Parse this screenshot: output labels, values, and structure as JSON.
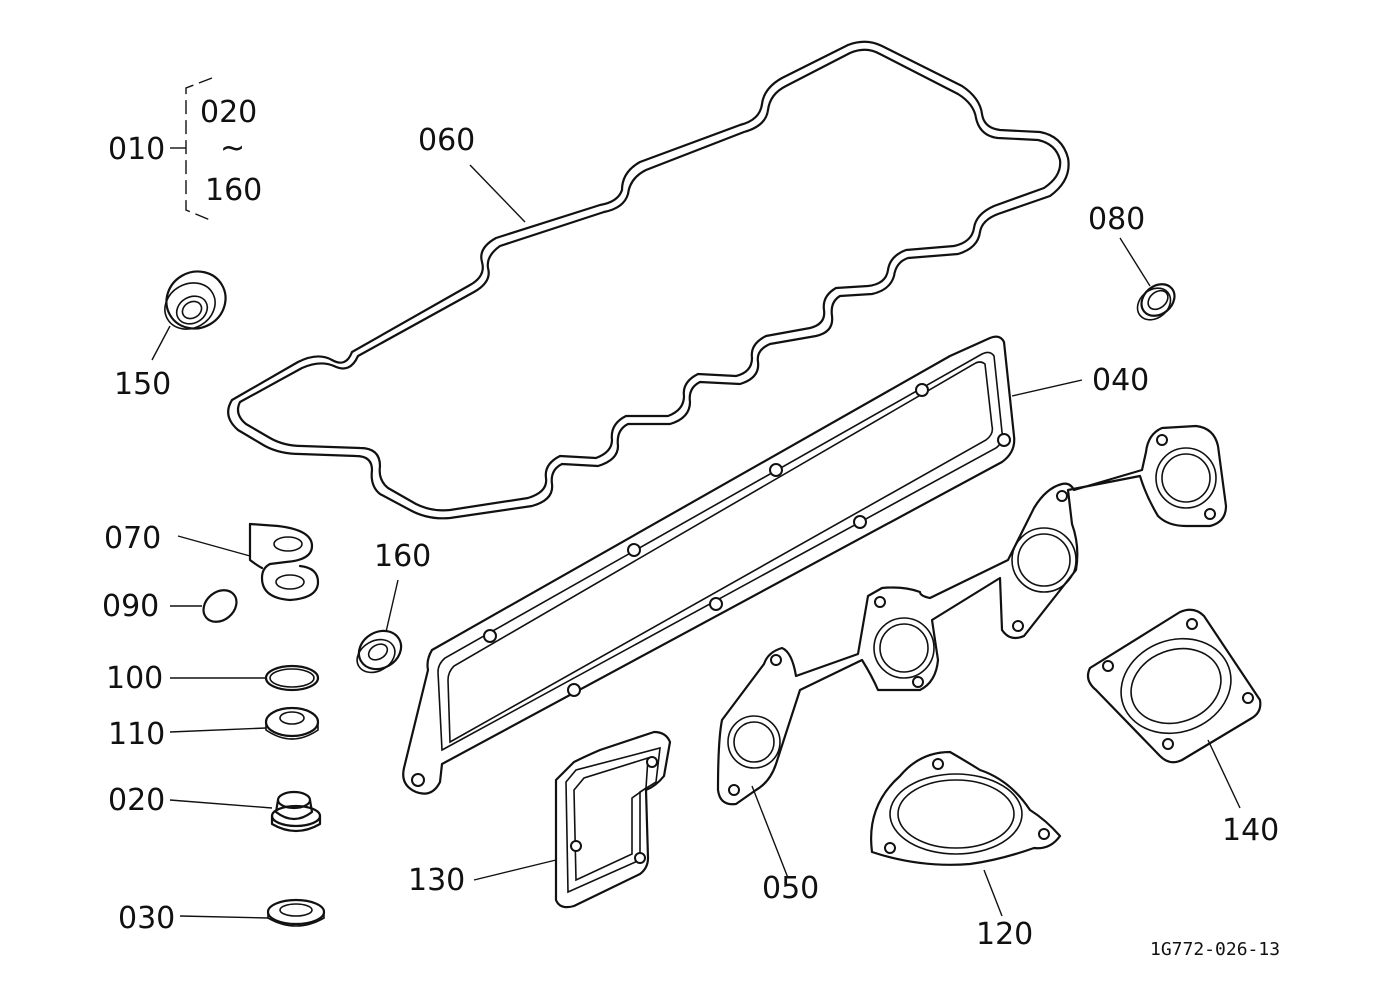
{
  "labels": {
    "p010": "010",
    "p020a": "020",
    "tilde": "~",
    "p160a": "160",
    "p060": "060",
    "p080": "080",
    "p150": "150",
    "p040": "040",
    "p070": "070",
    "p090": "090",
    "p100": "100",
    "p110": "110",
    "p020": "020",
    "p030": "030",
    "p160": "160",
    "p130": "130",
    "p050": "050",
    "p120": "120",
    "p140": "140"
  },
  "drawing_code": "1G772-026-13"
}
